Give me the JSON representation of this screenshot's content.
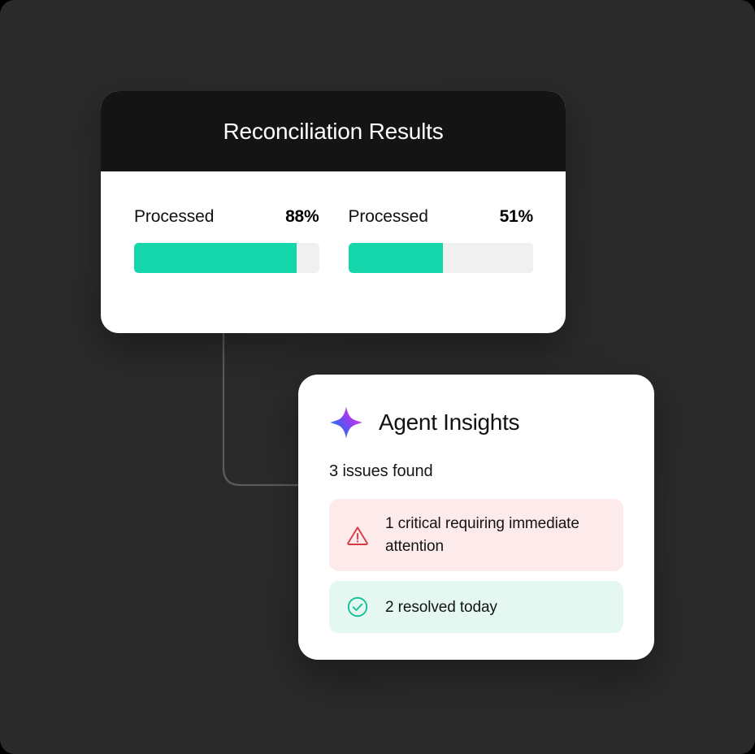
{
  "theme": {
    "page_background": "#2a2a2a",
    "card_background": "#ffffff",
    "header_background": "#141414",
    "accent_teal": "#16d6ac",
    "track_gray": "#f0f0f0",
    "critical_bg": "#fdeaeb",
    "critical_fg": "#d83a45",
    "resolved_bg": "#e4f7f1",
    "resolved_fg": "#19bf99",
    "connector_color": "#5b5b5b"
  },
  "reconciliation_card": {
    "title": "Reconciliation Results",
    "stats": [
      {
        "label": "Processed",
        "value": "88%",
        "percent": 88
      },
      {
        "label": "Processed",
        "value": "51%",
        "percent": 51
      }
    ]
  },
  "agent_card": {
    "icon": "sparkle-icon",
    "title": "Agent Insights",
    "summary": "3 issues found",
    "insights": [
      {
        "icon": "warning-triangle-icon",
        "text": "1 critical requiring immediate attention",
        "severity": "critical"
      },
      {
        "icon": "check-circle-icon",
        "text": "2 resolved today",
        "severity": "resolved"
      }
    ]
  }
}
